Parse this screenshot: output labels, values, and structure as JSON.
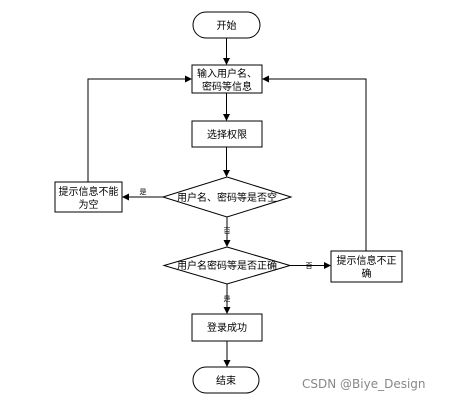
{
  "nodes": {
    "start": "开始",
    "input_line1": "输入用户名、",
    "input_line2": "密码等信息",
    "select": "选择权限",
    "check_empty": "用户名、密码等是否空",
    "check_correct": "用户名密码等是否正确",
    "error_empty_line1": "提示信息不能",
    "error_empty_line2": "为空",
    "error_wrong_line1": "提示信息不正",
    "error_wrong_line2": "确",
    "success": "登录成功",
    "end": "结束"
  },
  "edges": {
    "empty_yes": "是",
    "empty_no": "否",
    "correct_no": "否",
    "correct_yes": "是"
  },
  "watermark": "CSDN @Biye_Design"
}
